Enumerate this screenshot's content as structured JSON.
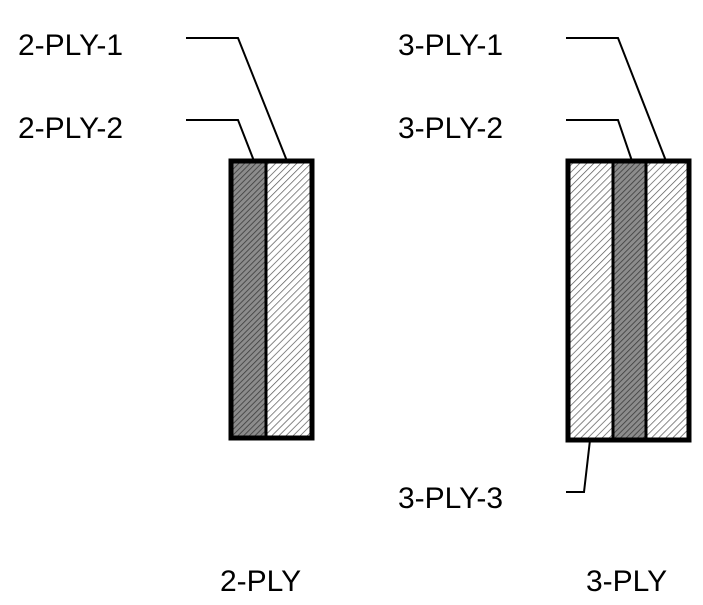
{
  "diagram": {
    "left": {
      "caption": "2-PLY",
      "labels": {
        "ply1": "2-PLY-1",
        "ply2": "2-PLY-2"
      }
    },
    "right": {
      "caption": "3-PLY",
      "labels": {
        "ply1": "3-PLY-1",
        "ply2": "3-PLY-2",
        "ply3": "3-PLY-3"
      }
    }
  }
}
